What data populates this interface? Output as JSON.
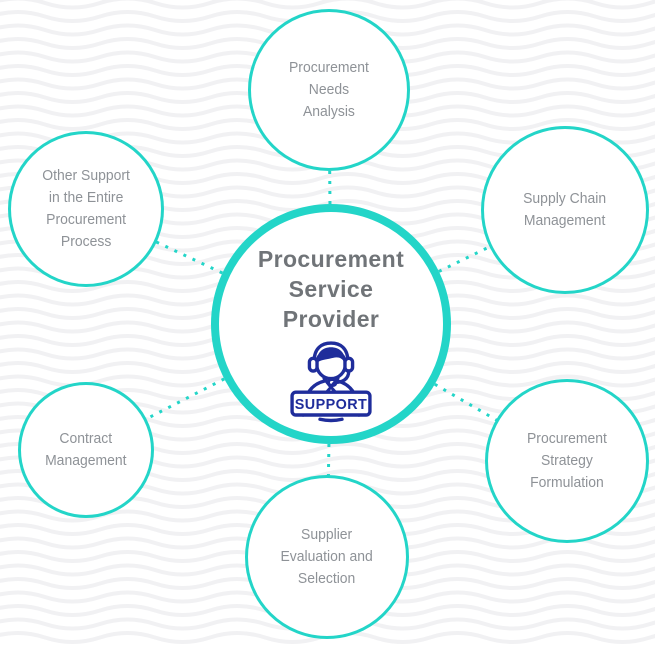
{
  "diagram": {
    "center": {
      "title_lines": [
        "Procurement",
        "Service",
        "Provider"
      ],
      "icon": "support-agent-icon",
      "banner_label": "SUPPORT"
    },
    "nodes": [
      {
        "id": "procurement-needs-analysis",
        "lines": [
          "Procurement",
          "Needs",
          "Analysis"
        ]
      },
      {
        "id": "supply-chain-management",
        "lines": [
          "Supply Chain",
          "Management"
        ]
      },
      {
        "id": "procurement-strategy-formulation",
        "lines": [
          "Procurement",
          "Strategy",
          "Formulation"
        ]
      },
      {
        "id": "supplier-evaluation-and-selection",
        "lines": [
          "Supplier",
          "Evaluation and",
          "Selection"
        ]
      },
      {
        "id": "contract-management",
        "lines": [
          "Contract",
          "Management"
        ]
      },
      {
        "id": "other-support",
        "lines": [
          "Other Support",
          "in the Entire",
          "Procurement",
          "Process"
        ]
      }
    ],
    "colors": {
      "accent_teal": "#23d5c8",
      "icon_navy": "#1f2d9b",
      "satellite_text": "#8e9297",
      "center_text": "#707478",
      "wave_line": "#f1f1f3"
    }
  }
}
